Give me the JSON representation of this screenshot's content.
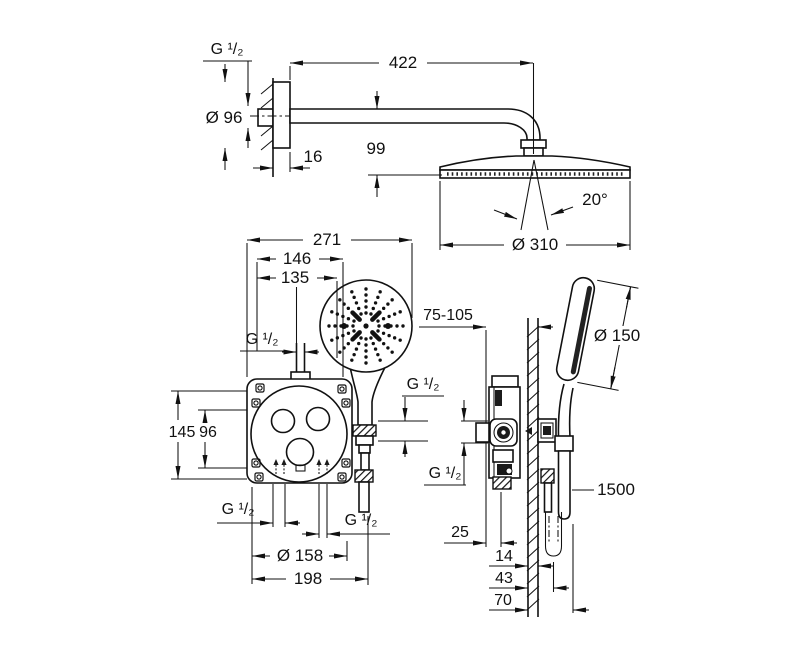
{
  "diagram": {
    "type": "technical-installation-drawing",
    "subject": "concealed thermostatic shower system with head shower and hand shower",
    "colors": {
      "background": "#ffffff",
      "line": "#111111"
    },
    "labels": {
      "arm_thread": "G ¹/₂",
      "arm_length": "422",
      "flange_diameter": "Ø 96",
      "flange_depth": "16",
      "head_drop": "99",
      "spray_angle": "20°",
      "head_diameter": "Ø 310",
      "trim_width": "271",
      "hose_offset": "146",
      "holder_offset": "135",
      "supply_thread": "G ¹/₂",
      "trim_height": "145",
      "port_spacing": "96",
      "inlet_left_thread": "G ¹/₂",
      "inlet_right_thread": "G ¹/₂",
      "trim_diameter": "Ø 158",
      "trim_total_width": "198",
      "install_depth_range": "75-105",
      "handshower_diameter": "Ø 150",
      "hose_thread_front": "G ¹/₂",
      "hose_thread_side": "G ¹/₂",
      "box_edge_depth": "25",
      "wall_thickness": "14",
      "outlet_depth": "43",
      "handle_depth": "70",
      "hose_length": "1500"
    }
  }
}
